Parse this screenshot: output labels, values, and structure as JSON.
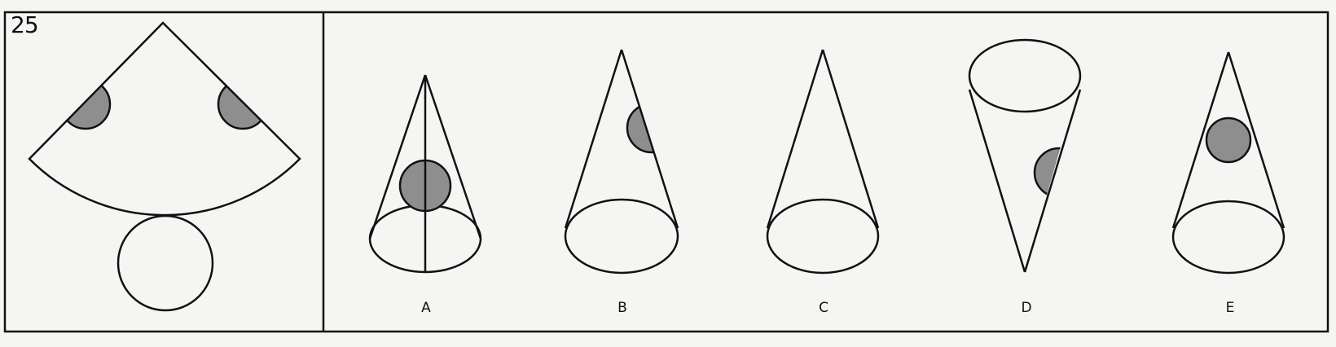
{
  "question": {
    "number": "25"
  },
  "options": [
    {
      "letter": "A"
    },
    {
      "letter": "B"
    },
    {
      "letter": "C"
    },
    {
      "letter": "D"
    },
    {
      "letter": "E"
    }
  ],
  "colors": {
    "ink": "#111111",
    "dot_fill": "#8e8e8e",
    "paper": "#f5f5f3"
  }
}
